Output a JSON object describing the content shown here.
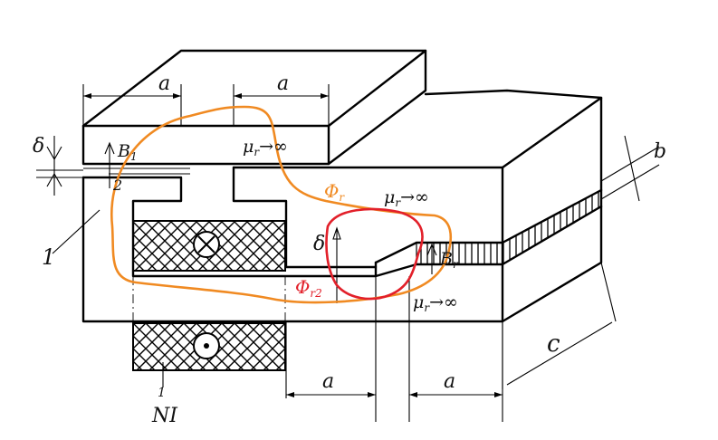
{
  "labels": {
    "dim_a_top_left": "a",
    "dim_a_top_right": "a",
    "dim_a_bottom_left": "a",
    "dim_a_bottom_right": "a",
    "delta_left": "δ",
    "delta_center": "δ",
    "b_dim": "b",
    "c_dim": "c",
    "b1": "B",
    "b1_sub": "1",
    "br": "B",
    "br_sub": "r",
    "mu_top": "μ",
    "mu_top_sub": "r",
    "mu_top_tail": "→∞",
    "mu_mid": "μ",
    "mu_mid_sub": "r",
    "mu_mid_tail": "→∞",
    "mu_bot": "μ",
    "mu_bot_sub": "r",
    "mu_bot_tail": "→∞",
    "phi_r": "Φ",
    "phi_r_sub": "r",
    "phi_r2": "Φ",
    "phi_r2_sub": "r2",
    "one": "1",
    "one_small": "1",
    "ni": "NI",
    "two": "2"
  },
  "colors": {
    "ink": "#000000",
    "flux_orange": "#f08a22",
    "flux_red": "#e2202a"
  }
}
